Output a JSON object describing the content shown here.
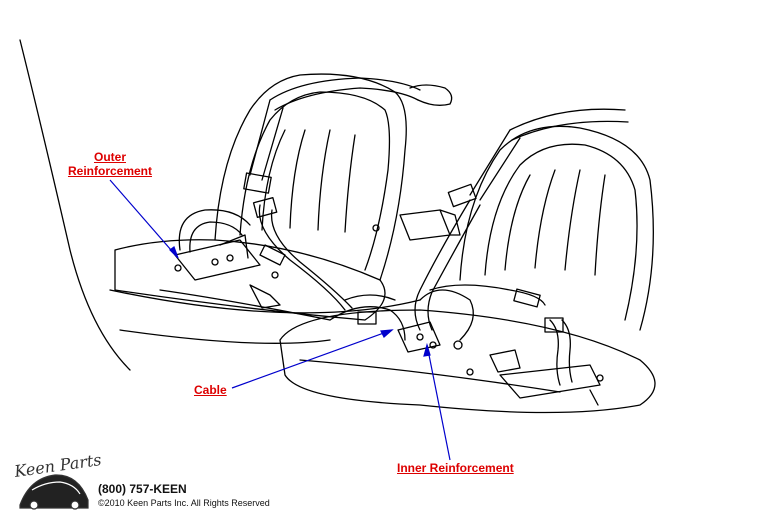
{
  "labels": {
    "outer_reinforcement_line1": "Outer",
    "outer_reinforcement_line2": "Reinforcement",
    "cable": "Cable",
    "inner_reinforcement": "Inner Reinforcement"
  },
  "branding": {
    "logo_text": "Keen Parts",
    "phone": "(800) 757-KEEN",
    "copyright": "©2010 Keen Parts Inc. All Rights Reserved"
  },
  "colors": {
    "label_red": "#dd0000",
    "leader_blue": "#0000cc",
    "line_art": "#000000"
  },
  "icons": {
    "logo": "car-silhouette-icon"
  }
}
